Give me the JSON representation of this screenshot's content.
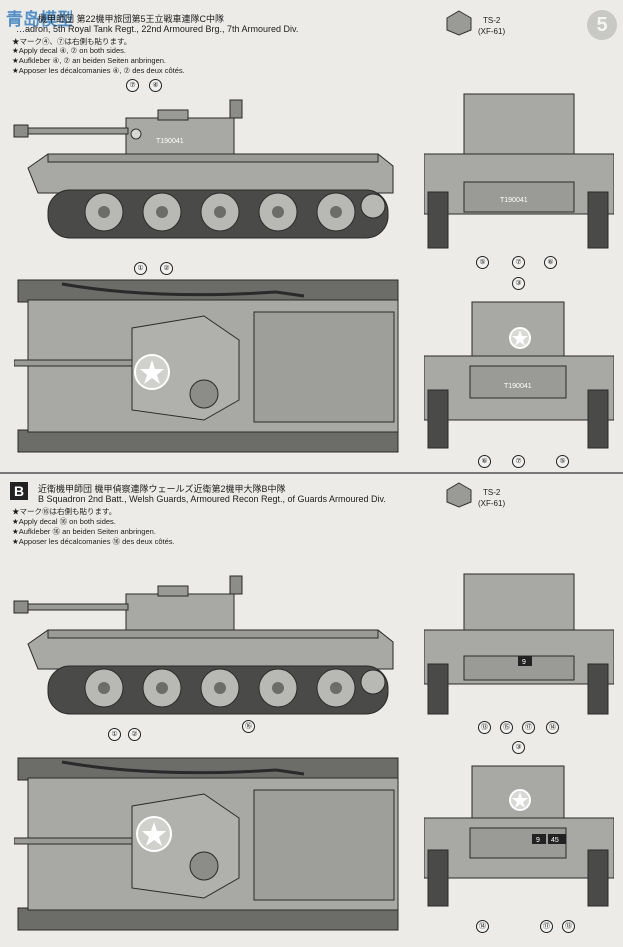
{
  "page_number": "5",
  "watermark": {
    "text": "青岛模型"
  },
  "section_a": {
    "line_jp": "機甲師団 第22機甲旅団第5王立戦車連隊C中隊",
    "line_en": "…adron, 5th Royal Tank Regt., 22nd Armoured Brg., 7th Armoured Div.",
    "notes": [
      "★マーク④、⑦は右側も貼ります。",
      "★Apply decal ④, ⑦ on both sides.",
      "★Aufkleber ④, ⑦ an beiden Seiten anbringen.",
      "★Apposer les décalcomanies ④, ⑦ des deux côtés."
    ],
    "paint": {
      "code": "TS-2",
      "sub": "(XF-61)"
    },
    "serial": "T190041",
    "callouts": {
      "side_top": [
        "⑦",
        "④"
      ],
      "top_view": [
        "①",
        "②"
      ],
      "rear_view": [
        "⑤",
        "⑦",
        "⑥"
      ],
      "front_top": "③",
      "front_bottom": [
        "⑥",
        "⑦",
        "⑤"
      ]
    }
  },
  "section_b": {
    "letter": "B",
    "line_jp": "近衛機甲師団 機甲偵察連隊ウェールズ近衛第2機甲大隊B中隊",
    "line_en": "B Squadron 2nd Batt., Welsh Guards, Armoured Recon Regt., of Guards Armoured Div.",
    "notes": [
      "★マーク⑯は右側も貼ります。",
      "★Apply decal ⑯ on both sides.",
      "★Aufkleber ⑯ an beiden Seiten anbringen.",
      "★Apposer les décalcomanies ⑯ des deux côtés."
    ],
    "paint": {
      "code": "TS-2",
      "sub": "(XF-61)"
    },
    "plate_number": "9",
    "plate_number_2": "45",
    "callouts": {
      "side_bottom": "⑯",
      "top_view": [
        "①",
        "②"
      ],
      "rear_view": [
        "⑬",
        "⑮",
        "⑰",
        "⑭"
      ],
      "front_top": "③",
      "front_bottom": [
        "⑭",
        "⑰",
        "⑬"
      ]
    }
  },
  "colors": {
    "hull": "#a8a8a4",
    "hull_dark": "#6c6c68",
    "track": "#4a4a48",
    "line": "#2a2a2a"
  }
}
